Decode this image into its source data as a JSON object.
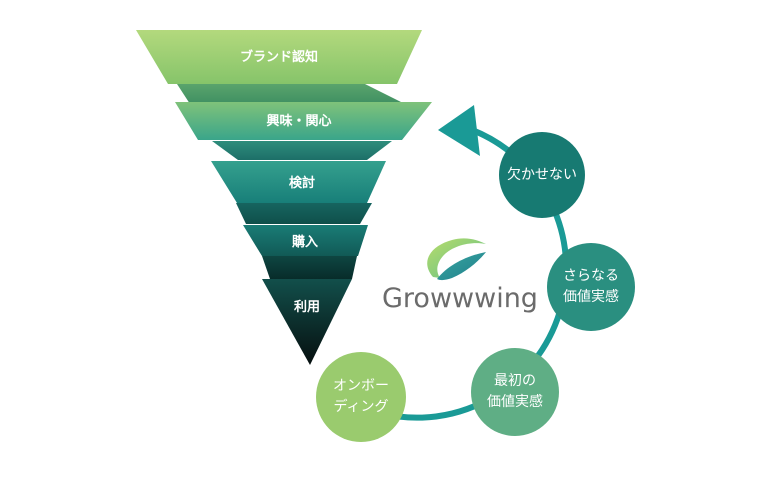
{
  "funnel": {
    "stages": [
      {
        "label": "ブランド認知"
      },
      {
        "label": "興味・関心"
      },
      {
        "label": "検討"
      },
      {
        "label": "購入"
      },
      {
        "label": "利用"
      }
    ]
  },
  "logo": {
    "name": "Growwwing",
    "icon": "leaf-swoosh-icon",
    "color": "#6b6b6b"
  },
  "cycle": {
    "nodes": [
      {
        "label": "欠かせない"
      },
      {
        "label": "さらなる\n価値実感"
      },
      {
        "label": "最初の\n価値実感"
      },
      {
        "label": "オンボー\nディング"
      }
    ]
  },
  "colors": {
    "funnel_top": "#a9d37a",
    "funnel_mid": "#2a9a8c",
    "funnel_bottom": "#0c1f1e",
    "cycle_arrow": "#1a9a96",
    "node_dark": "#177a72",
    "node_teal": "#2a8f80",
    "node_green": "#5fae85",
    "node_light": "#9acb6e"
  }
}
